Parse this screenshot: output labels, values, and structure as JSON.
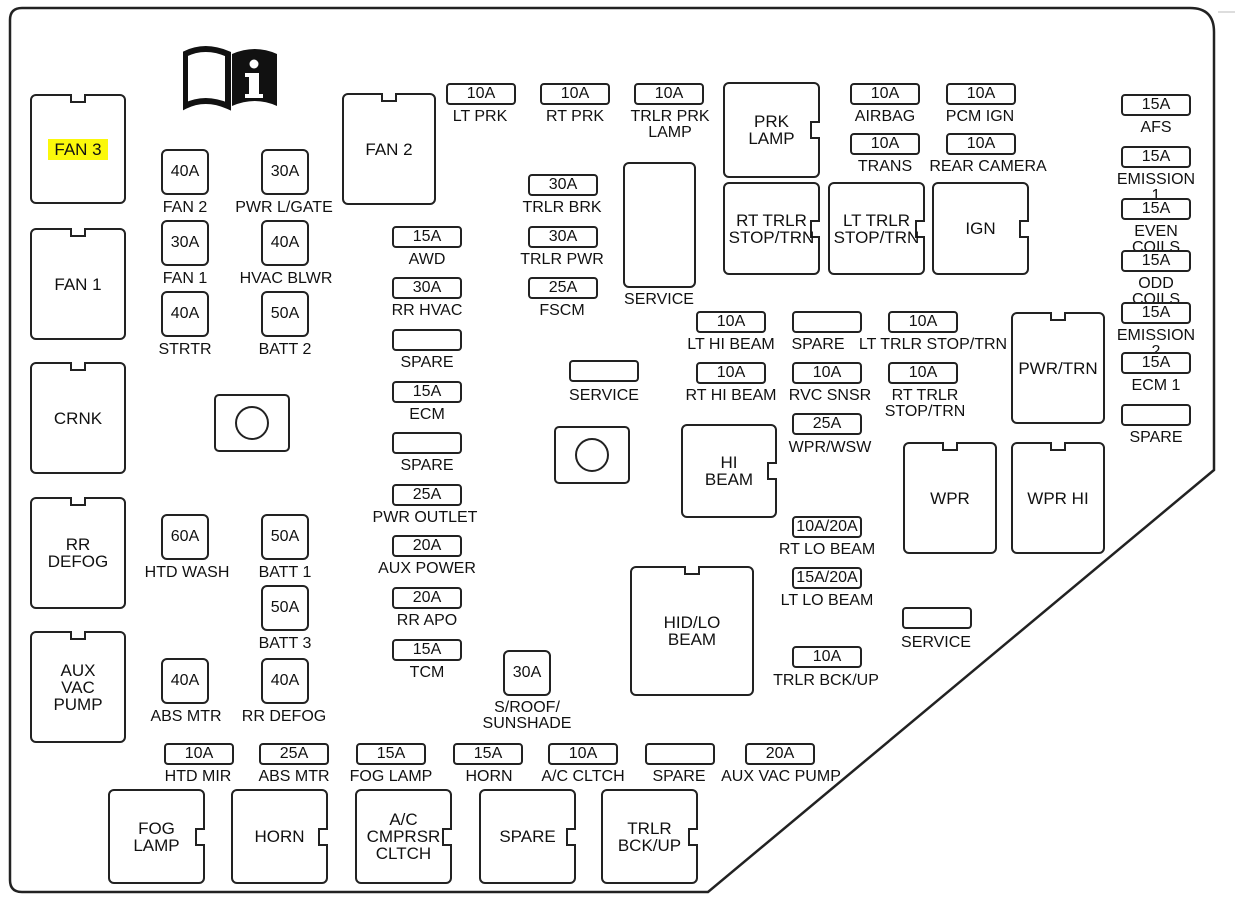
{
  "relays": [
    {
      "id": "fan3",
      "label": "FAN 3",
      "highlight": true
    },
    {
      "id": "fan1",
      "label": "FAN 1"
    },
    {
      "id": "crnk",
      "label": "CRNK"
    },
    {
      "id": "rrdefog",
      "label": "RR\nDEFOG"
    },
    {
      "id": "auxvac",
      "label": "AUX\nVAC\nPUMP"
    },
    {
      "id": "fan2",
      "label": "FAN 2"
    },
    {
      "id": "service_tall",
      "label": ""
    },
    {
      "id": "prklamp",
      "label": "PRK\nLAMP"
    },
    {
      "id": "rttrlr",
      "label": "RT TRLR\nSTOP/TRN"
    },
    {
      "id": "lttrlr",
      "label": "LT TRLR\nSTOP/TRN"
    },
    {
      "id": "ign",
      "label": "IGN"
    },
    {
      "id": "pwrtrn",
      "label": "PWR/TRN"
    },
    {
      "id": "hibeam",
      "label": "HI\nBEAM"
    },
    {
      "id": "wpr",
      "label": "WPR"
    },
    {
      "id": "wprhi",
      "label": "WPR HI"
    },
    {
      "id": "hidlo",
      "label": "HID/LO\nBEAM"
    },
    {
      "id": "foglamp",
      "label": "FOG\nLAMP"
    },
    {
      "id": "horn",
      "label": "HORN"
    },
    {
      "id": "acclutch",
      "label": "A/C\nCMPRSR\nCLTCH"
    },
    {
      "id": "spare_relay",
      "label": "SPARE"
    },
    {
      "id": "trlrbck",
      "label": "TRLR\nBCK/UP"
    }
  ],
  "square_fuses": [
    {
      "id": "fan2f",
      "amp": "40A",
      "label": "FAN 2"
    },
    {
      "id": "pwrlg",
      "amp": "30A",
      "label": "PWR L/GATE"
    },
    {
      "id": "fan1f",
      "amp": "30A",
      "label": "FAN 1"
    },
    {
      "id": "hvacb",
      "amp": "40A",
      "label": "HVAC BLWR"
    },
    {
      "id": "strtr",
      "amp": "40A",
      "label": "STRTR"
    },
    {
      "id": "batt2",
      "amp": "50A",
      "label": "BATT 2"
    },
    {
      "id": "htdwash",
      "amp": "60A",
      "label": "HTD WASH"
    },
    {
      "id": "batt1",
      "amp": "50A",
      "label": "BATT 1"
    },
    {
      "id": "batt3",
      "amp": "50A",
      "label": "BATT 3"
    },
    {
      "id": "absmtr_sq",
      "amp": "40A",
      "label": "ABS MTR"
    },
    {
      "id": "rrdefog_sq",
      "amp": "40A",
      "label": "RR DEFOG"
    },
    {
      "id": "sroof",
      "amp": "30A",
      "label": "S/ROOF/\nSUNSHADE"
    }
  ],
  "mini_fuses": [
    {
      "id": "ltprk",
      "amp": "10A",
      "label": "LT PRK"
    },
    {
      "id": "rtprk",
      "amp": "10A",
      "label": "RT PRK"
    },
    {
      "id": "trlrprk",
      "amp": "10A",
      "label": "TRLR PRK\nLAMP"
    },
    {
      "id": "airbag",
      "amp": "10A",
      "label": "AIRBAG"
    },
    {
      "id": "pcmign",
      "amp": "10A",
      "label": "PCM IGN"
    },
    {
      "id": "trans",
      "amp": "10A",
      "label": "TRANS"
    },
    {
      "id": "rearcam",
      "amp": "10A",
      "label": "REAR CAMERA"
    },
    {
      "id": "afs",
      "amp": "15A",
      "label": "AFS"
    },
    {
      "id": "em1",
      "amp": "15A",
      "label": "EMISSION 1"
    },
    {
      "id": "even",
      "amp": "15A",
      "label": "EVEN COILS"
    },
    {
      "id": "odd",
      "amp": "15A",
      "label": "ODD COILS"
    },
    {
      "id": "em2",
      "amp": "15A",
      "label": "EMISSION 2"
    },
    {
      "id": "ecm1",
      "amp": "15A",
      "label": "ECM 1"
    },
    {
      "id": "spare_r",
      "amp": "",
      "label": "SPARE"
    },
    {
      "id": "trlrbrk",
      "amp": "30A",
      "label": "TRLR BRK"
    },
    {
      "id": "trlrpwr",
      "amp": "30A",
      "label": "TRLR PWR"
    },
    {
      "id": "fscm",
      "amp": "25A",
      "label": "FSCM"
    },
    {
      "id": "awd",
      "amp": "15A",
      "label": "AWD"
    },
    {
      "id": "rrhvac",
      "amp": "30A",
      "label": "RR HVAC"
    },
    {
      "id": "spare1",
      "amp": "",
      "label": "SPARE"
    },
    {
      "id": "ecm",
      "amp": "15A",
      "label": "ECM"
    },
    {
      "id": "spare2",
      "amp": "",
      "label": "SPARE"
    },
    {
      "id": "pwrout",
      "amp": "25A",
      "label": "PWR OUTLET"
    },
    {
      "id": "auxpwr",
      "amp": "20A",
      "label": "AUX POWER"
    },
    {
      "id": "rrapo",
      "amp": "20A",
      "label": "RR APO"
    },
    {
      "id": "tcm",
      "amp": "15A",
      "label": "TCM"
    },
    {
      "id": "service_mid",
      "amp": "",
      "label": "SERVICE"
    },
    {
      "id": "lthibeam",
      "amp": "10A",
      "label": "LT HI BEAM"
    },
    {
      "id": "spare_mid",
      "amp": "",
      "label": "SPARE"
    },
    {
      "id": "lttrlrst",
      "amp": "10A",
      "label": "LT TRLR STOP/TRN"
    },
    {
      "id": "rthibeam",
      "amp": "10A",
      "label": "RT HI BEAM"
    },
    {
      "id": "rvcsnsr",
      "amp": "10A",
      "label": "RVC SNSR"
    },
    {
      "id": "rttrlrst",
      "amp": "10A",
      "label": "RT TRLR\nSTOP/TRN"
    },
    {
      "id": "wprwsw",
      "amp": "25A",
      "label": "WPR/WSW"
    },
    {
      "id": "rtlo",
      "amp": "10A/20A",
      "label": "RT LO BEAM"
    },
    {
      "id": "ltlo",
      "amp": "15A/20A",
      "label": "LT LO BEAM"
    },
    {
      "id": "service_right",
      "amp": "",
      "label": "SERVICE"
    },
    {
      "id": "trlrbckup",
      "amp": "10A",
      "label": "TRLR BCK/UP"
    },
    {
      "id": "htdmir",
      "amp": "10A",
      "label": "HTD MIR"
    },
    {
      "id": "absmtr_b",
      "amp": "25A",
      "label": "ABS MTR"
    },
    {
      "id": "foglamp_f",
      "amp": "15A",
      "label": "FOG LAMP"
    },
    {
      "id": "horn_f",
      "amp": "15A",
      "label": "HORN"
    },
    {
      "id": "acclt",
      "amp": "10A",
      "label": "A/C CLTCH"
    },
    {
      "id": "spare_b",
      "amp": "",
      "label": "SPARE"
    },
    {
      "id": "auxvacf",
      "amp": "20A",
      "label": "AUX VAC PUMP"
    }
  ],
  "service_label": "SERVICE",
  "highlight_color": "#fbf80b"
}
